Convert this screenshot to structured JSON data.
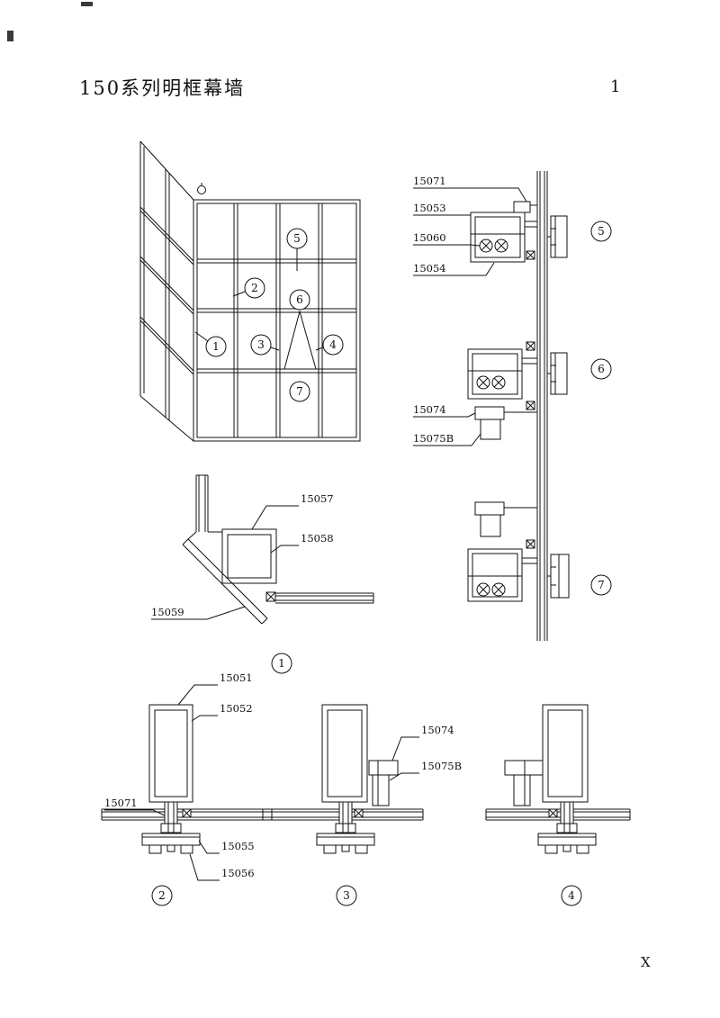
{
  "page": {
    "title": "150系列明框幕墙",
    "page_number": "1",
    "corner_mark": "X"
  },
  "balloons": {
    "b1": "1",
    "b2": "2",
    "b3": "3",
    "b4": "4",
    "b5": "5",
    "b6": "6",
    "b7": "7"
  },
  "parts": {
    "p15051": "15051",
    "p15052": "15052",
    "p15053": "15053",
    "p15054": "15054",
    "p15055": "15055",
    "p15056": "15056",
    "p15057": "15057",
    "p15058": "15058",
    "p15059": "15059",
    "p15060": "15060",
    "p15071": "15071",
    "p15074": "15074",
    "p15075B": "15075B"
  }
}
